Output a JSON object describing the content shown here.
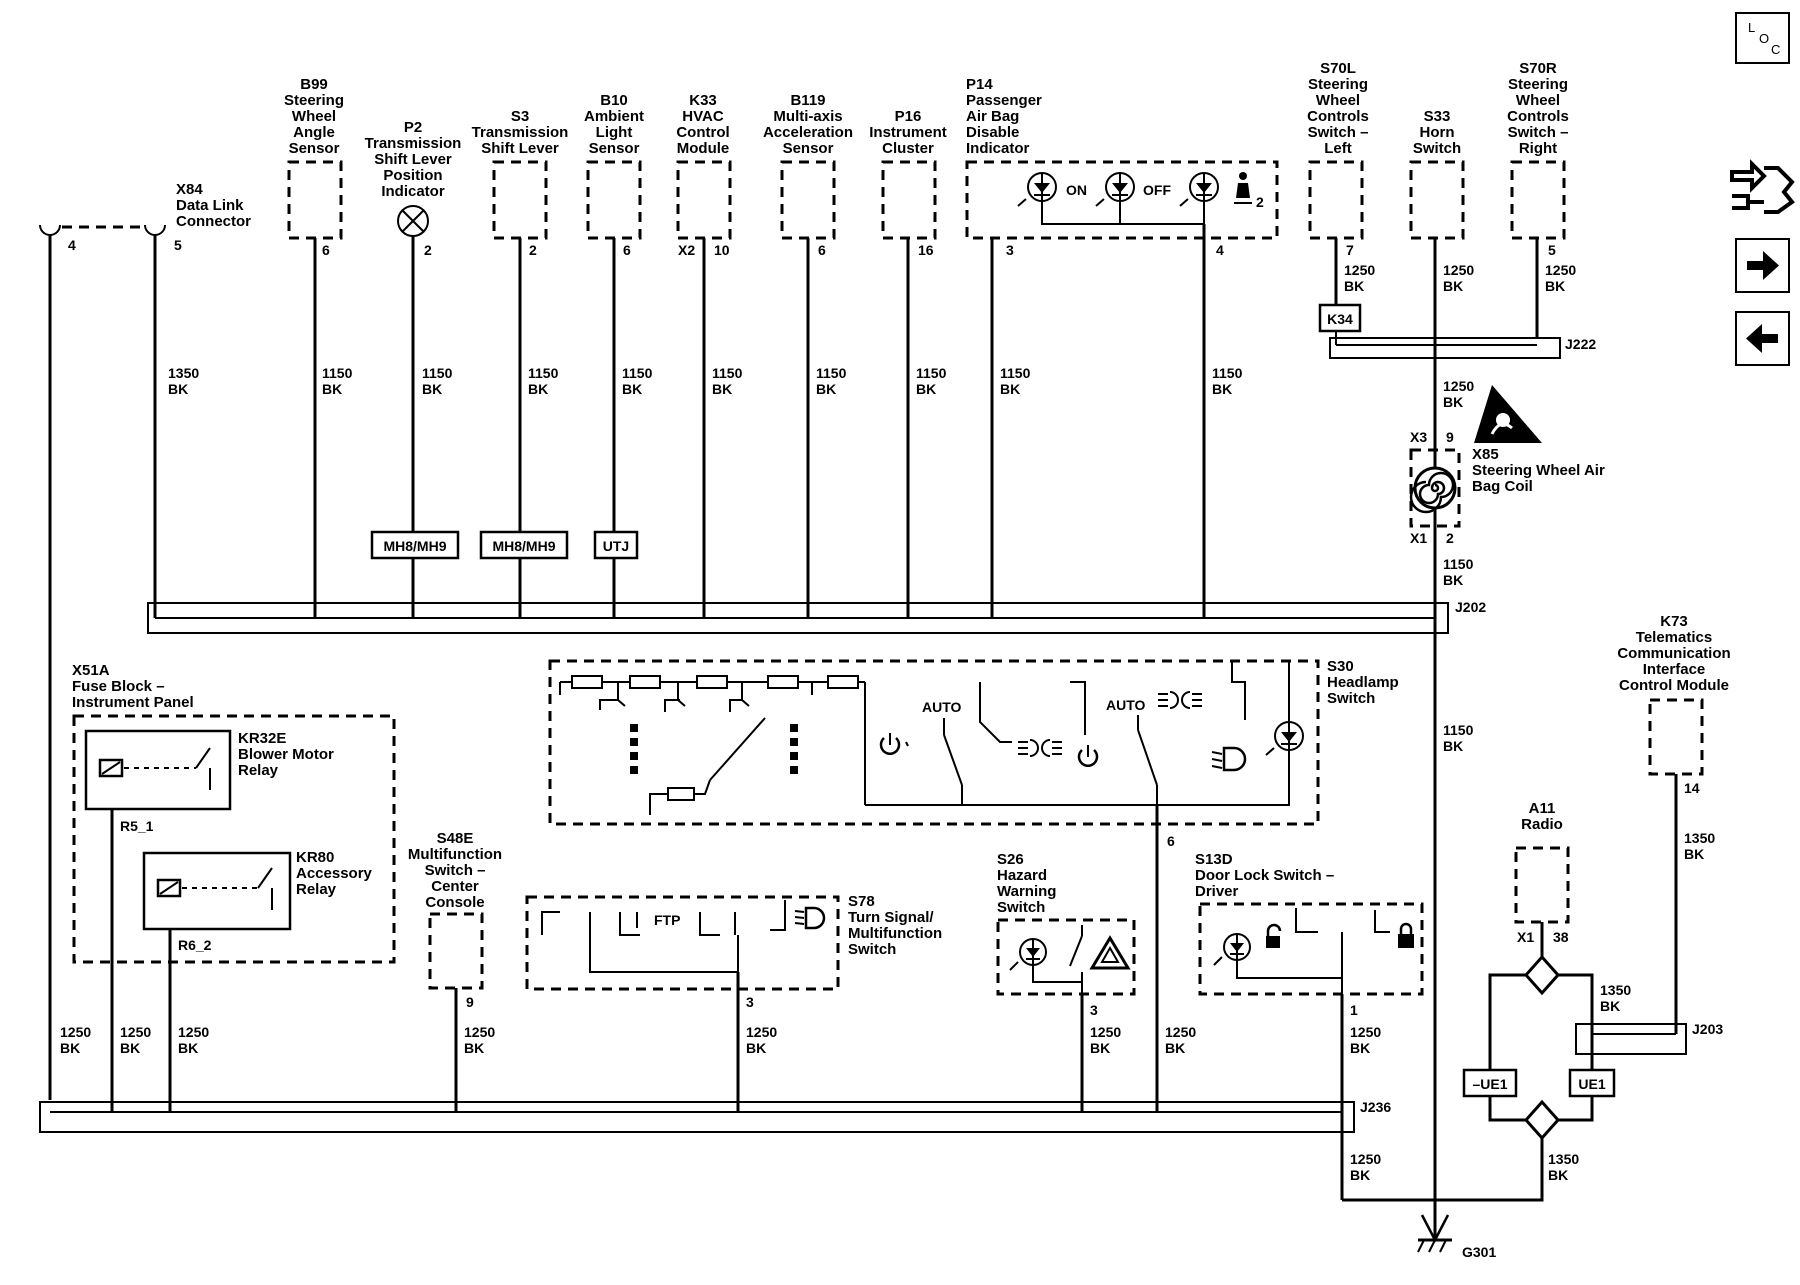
{
  "components": {
    "x84": {
      "id": "X84",
      "name": [
        "Data Link",
        "Connector"
      ]
    },
    "b99": {
      "id": "B99",
      "name": [
        "Steering",
        "Wheel",
        "Angle",
        "Sensor"
      ]
    },
    "p2": {
      "id": "P2",
      "name": [
        "Transmission",
        "Shift Lever",
        "Position",
        "Indicator"
      ]
    },
    "s3": {
      "id": "S3",
      "name": [
        "Transmission",
        "Shift Lever"
      ]
    },
    "b10": {
      "id": "B10",
      "name": [
        "Ambient",
        "Light",
        "Sensor"
      ]
    },
    "k33": {
      "id": "K33",
      "name": [
        "HVAC",
        "Control",
        "Module"
      ]
    },
    "b119": {
      "id": "B119",
      "name": [
        "Multi-axis",
        "Acceleration",
        "Sensor"
      ]
    },
    "p16": {
      "id": "P16",
      "name": [
        "Instrument",
        "Cluster"
      ]
    },
    "p14": {
      "id": "P14",
      "name": [
        "Passenger",
        "Air Bag",
        "Disable",
        "Indicator"
      ]
    },
    "s70l": {
      "id": "S70L",
      "name": [
        "Steering",
        "Wheel",
        "Controls",
        "Switch –",
        "Left"
      ]
    },
    "s33": {
      "id": "S33",
      "name": [
        "Horn",
        "Switch"
      ]
    },
    "s70r": {
      "id": "S70R",
      "name": [
        "Steering",
        "Wheel",
        "Controls",
        "Switch –",
        "Right"
      ]
    },
    "x85": {
      "id": "X85",
      "name": [
        "Steering Wheel Air",
        "Bag Coil"
      ]
    },
    "x51a": {
      "id": "X51A",
      "name": [
        "Fuse Block –",
        "Instrument Panel"
      ]
    },
    "kr32e": {
      "id": "KR32E",
      "name": [
        "Blower Motor",
        "Relay"
      ]
    },
    "kr80": {
      "id": "KR80",
      "name": [
        "Accessory",
        "Relay"
      ]
    },
    "s30": {
      "id": "S30",
      "name": [
        "Headlamp",
        "Switch"
      ]
    },
    "k73": {
      "id": "K73",
      "name": [
        "Telematics",
        "Communication",
        "Interface",
        "Control Module"
      ]
    },
    "s48e": {
      "id": "S48E",
      "name": [
        "Multifunction",
        "Switch –",
        "Center",
        "Console"
      ]
    },
    "s78": {
      "id": "S78",
      "name": [
        "Turn Signal/",
        "Multifunction",
        "Switch"
      ]
    },
    "s26": {
      "id": "S26",
      "name": [
        "Hazard",
        "Warning",
        "Switch"
      ]
    },
    "s13d": {
      "id": "S13D",
      "name": [
        "Door Lock Switch –",
        "Driver"
      ]
    },
    "a11": {
      "id": "A11",
      "name": [
        "Radio"
      ]
    }
  },
  "pins": {
    "dlc4": "4",
    "dlc5": "5",
    "b99": "6",
    "p2": "2",
    "s3": "2",
    "b10": "6",
    "k33_conn": "X2",
    "k33": "10",
    "b119": "6",
    "p16": "16",
    "p14_a": "3",
    "p14_b": "4",
    "s70l": "7",
    "s70r": "5",
    "x85_top_conn": "X3",
    "x85_top": "9",
    "x85_bot_conn": "X1",
    "x85_bot": "2",
    "k73": "14",
    "s48e": "9",
    "s78": "3",
    "s26": "3",
    "s30": "6",
    "s13d": "1",
    "a11_conn": "X1",
    "a11": "38"
  },
  "wires": {
    "w1350": [
      "1350",
      "BK"
    ],
    "w1150": [
      "1150",
      "BK"
    ],
    "w1250": [
      "1250",
      "BK"
    ]
  },
  "options": {
    "mh": "MH8/MH9",
    "utj": "UTJ",
    "k34": "K34",
    "ue1_neg": "–UE1",
    "ue1": "UE1"
  },
  "splices": {
    "j222": "J222",
    "j202": "J202",
    "j236": "J236",
    "j203": "J203"
  },
  "relay_pins": {
    "r5": "R5_1",
    "r6": "R6_2"
  },
  "switch_text": {
    "on": "ON",
    "off": "OFF",
    "p14_two": "2",
    "auto": "AUTO",
    "ftp": "FTP"
  },
  "ground": "G301",
  "nav": {
    "legend": [
      "L",
      "O",
      "C"
    ]
  }
}
